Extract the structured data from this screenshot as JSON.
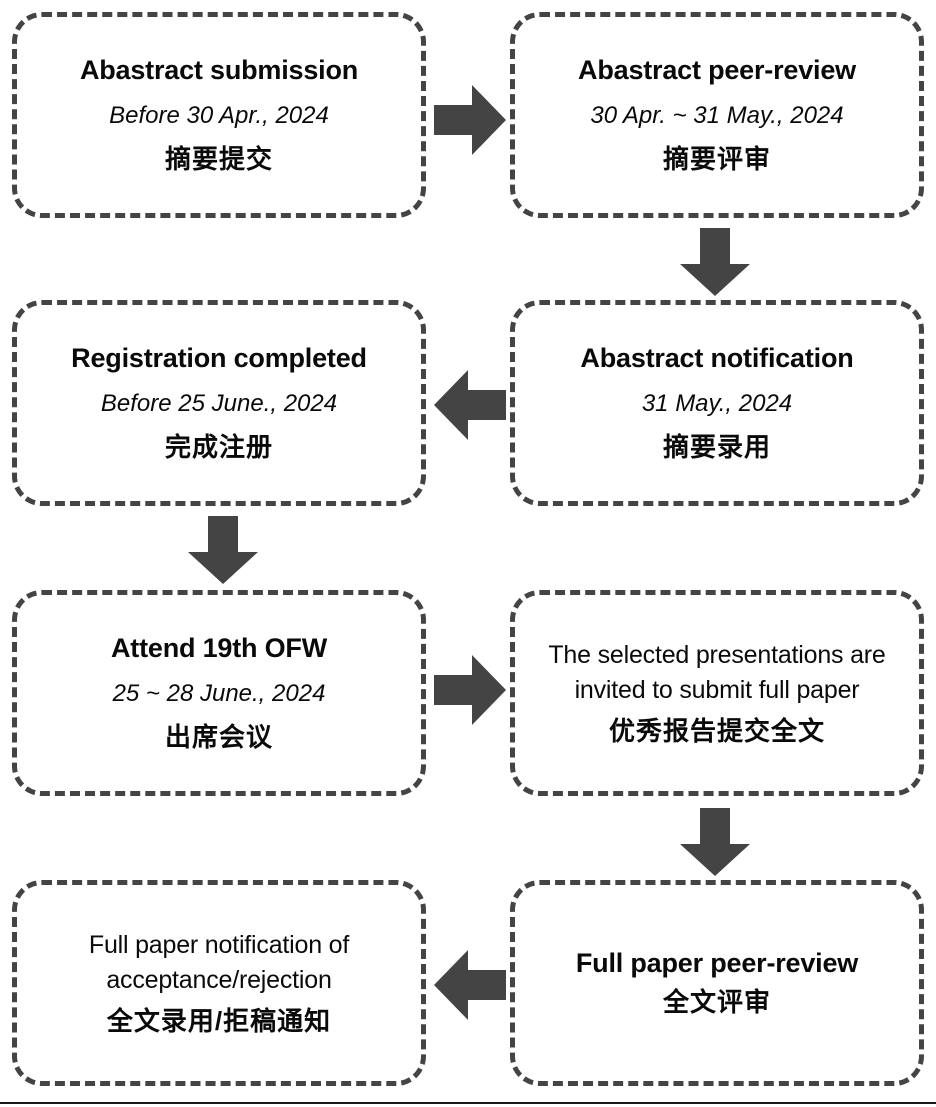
{
  "meta": {
    "accent_color": "#444444",
    "text_color": "#0a0a0a",
    "background": "#ffffff"
  },
  "flow": {
    "boxes": [
      {
        "id": "abstract-submission",
        "title": "Abastract submission",
        "date": "Before 30 Apr., 2024",
        "cn": "摘要提交"
      },
      {
        "id": "abstract-peer-review",
        "title": "Abastract peer-review",
        "date": "30 Apr. ~ 31 May., 2024",
        "cn": "摘要评审"
      },
      {
        "id": "registration-completed",
        "title": "Registration completed",
        "date": "Before 25 June., 2024",
        "cn": "完成注册"
      },
      {
        "id": "abstract-notification",
        "title": "Abastract notification",
        "date": "31 May., 2024",
        "cn": "摘要录用"
      },
      {
        "id": "attend-ofw",
        "title": "Attend 19th OFW",
        "date": "25 ~ 28 June., 2024",
        "cn": "出席会议"
      },
      {
        "id": "invite-full-paper",
        "title": "The selected presentations are invited to submit full paper",
        "date": "",
        "cn": "优秀报告提交全文"
      },
      {
        "id": "full-paper-notification",
        "title": "Full paper notification of acceptance/rejection",
        "date": "",
        "cn": "全文录用/拒稿通知"
      },
      {
        "id": "full-paper-peer-review",
        "title": "Full paper peer-review",
        "date": "",
        "cn": "全文评审"
      }
    ],
    "arrows": [
      {
        "id": "arrow-1",
        "direction": "right",
        "from": "abstract-submission",
        "to": "abstract-peer-review"
      },
      {
        "id": "arrow-2",
        "direction": "down",
        "from": "abstract-peer-review",
        "to": "abstract-notification"
      },
      {
        "id": "arrow-3",
        "direction": "left",
        "from": "abstract-notification",
        "to": "registration-completed"
      },
      {
        "id": "arrow-4",
        "direction": "down",
        "from": "registration-completed",
        "to": "attend-ofw"
      },
      {
        "id": "arrow-5",
        "direction": "right",
        "from": "attend-ofw",
        "to": "invite-full-paper"
      },
      {
        "id": "arrow-6",
        "direction": "down",
        "from": "invite-full-paper",
        "to": "full-paper-peer-review"
      },
      {
        "id": "arrow-7",
        "direction": "left",
        "from": "full-paper-peer-review",
        "to": "full-paper-notification"
      }
    ]
  }
}
